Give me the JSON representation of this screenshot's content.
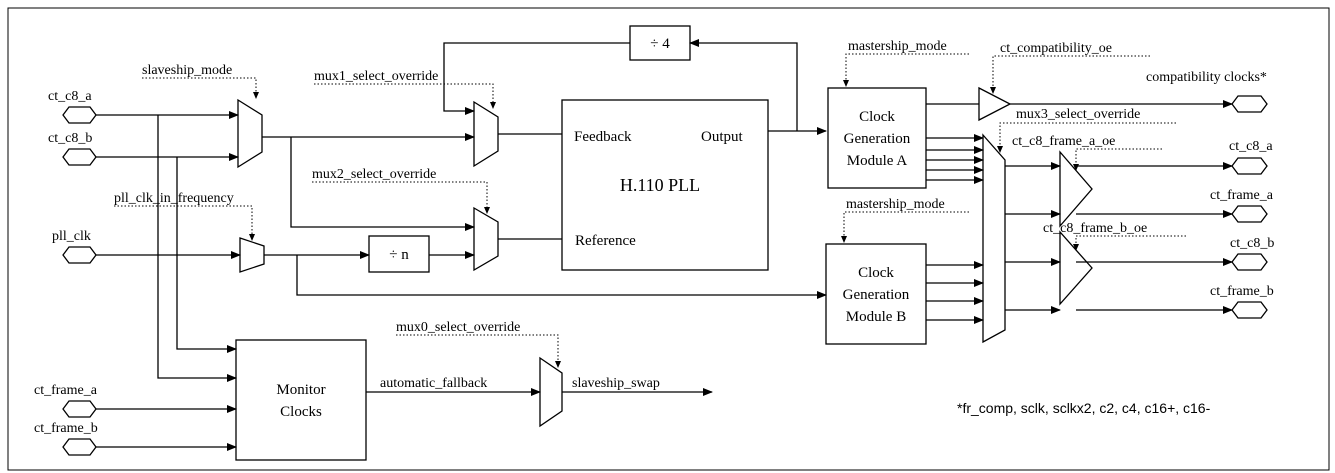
{
  "ports": {
    "ct_c8_a_in": "ct_c8_a",
    "ct_c8_b_in": "ct_c8_b",
    "pll_clk": "pll_clk",
    "ct_frame_a_in": "ct_frame_a",
    "ct_frame_b_in": "ct_frame_b",
    "compat_clocks": "compatibility clocks*",
    "ct_c8_a_out": "ct_c8_a",
    "ct_frame_a_out": "ct_frame_a",
    "ct_c8_b_out": "ct_c8_b",
    "ct_frame_b_out": "ct_frame_b"
  },
  "controls": {
    "slaveship_mode": "slaveship_mode",
    "mux1_select_override": "mux1_select_override",
    "mux2_select_override": "mux2_select_override",
    "pll_clk_in_frequency": "pll_clk_in_frequency",
    "mux0_select_override": "mux0_select_override",
    "mastership_mode_a": "mastership_mode",
    "mastership_mode_b": "mastership_mode",
    "ct_compatibility_oe": "ct_compatibility_oe",
    "mux3_select_override": "mux3_select_override",
    "ct_c8_frame_a_oe": "ct_c8_frame_a_oe",
    "ct_c8_frame_b_oe": "ct_c8_frame_b_oe"
  },
  "blocks": {
    "div4": "÷ 4",
    "divn": "÷ n",
    "pll_title": "H.110 PLL",
    "pll_feedback": "Feedback",
    "pll_output": "Output",
    "pll_reference": "Reference",
    "cgm_a": [
      "Clock",
      "Generation",
      "Module A"
    ],
    "cgm_b": [
      "Clock",
      "Generation",
      "Module B"
    ],
    "monitor": [
      "Monitor",
      "Clocks"
    ]
  },
  "signals": {
    "automatic_fallback": "automatic_fallback",
    "slaveship_swap": "slaveship_swap"
  },
  "footnote": "*fr_comp, sclk, sclkx2, c2, c4, c16+, c16-"
}
